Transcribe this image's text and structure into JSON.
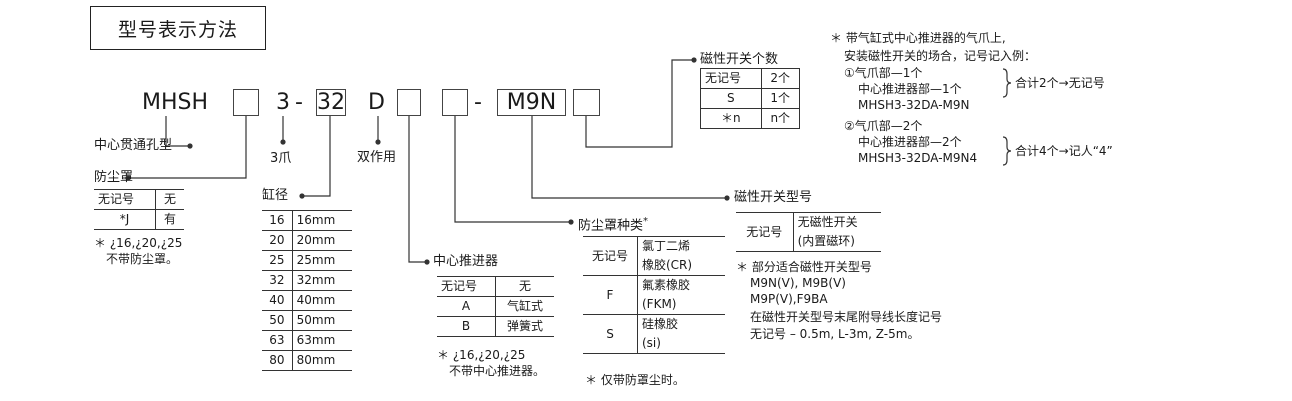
{
  "title": "型号表示方法",
  "code": {
    "prefix": "MHSH",
    "jaws": "3",
    "dash1": "-",
    "bore": "32",
    "action": "D",
    "dash2": "-",
    "switch": "M9N"
  },
  "labels": {
    "through_hole": "中心贯通孔型",
    "jaws_label": "3爪",
    "double_acting": "双作用",
    "switch_count": "磁性开关个数",
    "switch_model": "磁性开关型号",
    "dust_cover_type": "防尘罩种类",
    "center_pusher": "中心推进器",
    "dust_cover": "防尘罩",
    "bore": "缸径"
  },
  "dust_cover_table": {
    "rows": [
      [
        "无记号",
        "无"
      ],
      [
        "*J",
        "有"
      ]
    ],
    "note": [
      "＊ ¿16,¿20,¿25",
      "不带防尘罩。"
    ]
  },
  "bore_table": {
    "rows": [
      [
        "16",
        "16mm"
      ],
      [
        "20",
        "20mm"
      ],
      [
        "25",
        "25mm"
      ],
      [
        "32",
        "32mm"
      ],
      [
        "40",
        "40mm"
      ],
      [
        "50",
        "50mm"
      ],
      [
        "63",
        "63mm"
      ],
      [
        "80",
        "80mm"
      ]
    ]
  },
  "pusher_table": {
    "rows": [
      [
        "无记号",
        "无"
      ],
      [
        "A",
        "气缸式"
      ],
      [
        "B",
        "弹簧式"
      ]
    ],
    "note": [
      "＊ ¿16,¿20,¿25",
      "不带中心推进器。"
    ]
  },
  "cover_type_table": {
    "asterisk": "*",
    "rows": [
      [
        "无记号",
        "氯丁二烯",
        "橡胶(CR)"
      ],
      [
        "F",
        "氟素橡胶",
        "(FKM)"
      ],
      [
        "S",
        "硅橡胶",
        "(si)"
      ]
    ],
    "note": "＊ 仅带防罩尘时。"
  },
  "switch_model_table": {
    "rows": [
      [
        "无记号",
        "无磁性开关",
        "(内置磁环)"
      ]
    ],
    "notes": [
      "＊ 部分适合磁性开关型号",
      "M9N(V), M9B(V)",
      "M9P(V),F9BA",
      "在磁性开关型号末尾附导线长度记号",
      "无记号 – 0.5m, L-3m, Z-5m。"
    ]
  },
  "switch_count_table": {
    "rows": [
      [
        "无记号",
        "2个"
      ],
      [
        "S",
        "1个"
      ],
      [
        "＊n",
        "n个"
      ]
    ]
  },
  "example": {
    "lines": [
      "＊ 带气缸式中心推进器的气爪上,",
      "安装磁性开关的场合，记号记入例："
    ],
    "ex1": [
      "①气爪部—1个",
      "中心推进器部—1个",
      "MHSH3-32DA-M9N"
    ],
    "ex1_total": "合计2个→无记号",
    "ex2": [
      "②气爪部—2个",
      "中心推进器部—2个",
      "MHSH3-32DA-M9N4"
    ],
    "ex2_total": "合计4个→记人“4”"
  }
}
